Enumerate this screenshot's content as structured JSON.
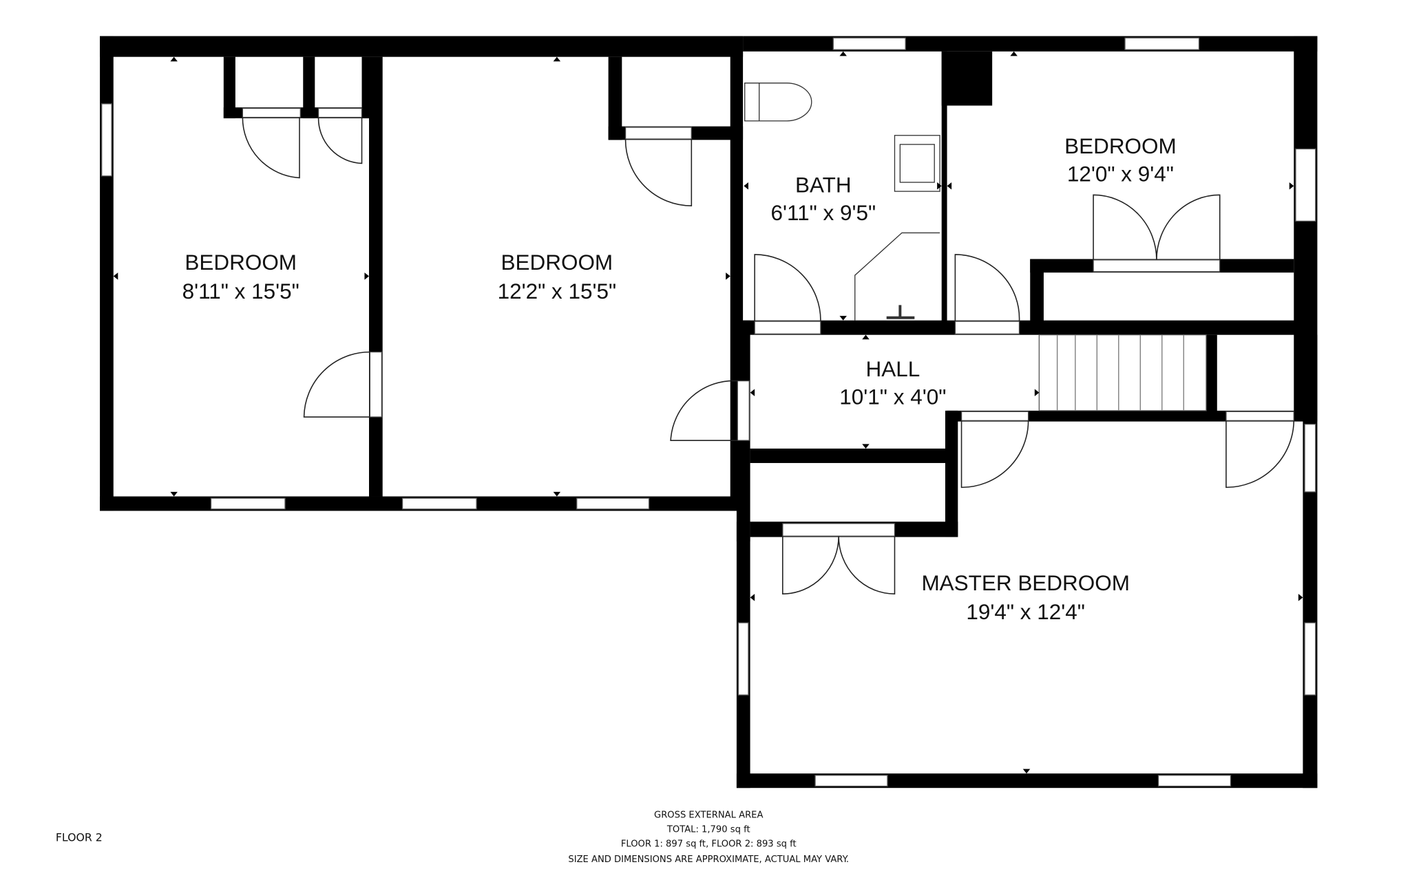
{
  "rooms": [
    {
      "name": "BEDROOM",
      "size": "8'11\" x 15'5\""
    },
    {
      "name": "BEDROOM",
      "size": "12'2\" x 15'5\""
    },
    {
      "name": "BATH",
      "size": "6'11\" x 9'5\""
    },
    {
      "name": "BEDROOM",
      "size": "12'0\" x 9'4\""
    },
    {
      "name": "HALL",
      "size": "10'1\" x 4'0\""
    },
    {
      "name": "MASTER BEDROOM",
      "size": "19'4\" x 12'4\""
    }
  ],
  "floor_label": "FLOOR 2",
  "footer": {
    "title": "GROSS EXTERNAL AREA",
    "total": "TOTAL: 1,790 sq ft",
    "floors": "FLOOR 1: 897 sq ft,  FLOOR 2: 893 sq ft",
    "disclaimer": "SIZE AND DIMENSIONS ARE APPROXIMATE, ACTUAL MAY VARY."
  }
}
